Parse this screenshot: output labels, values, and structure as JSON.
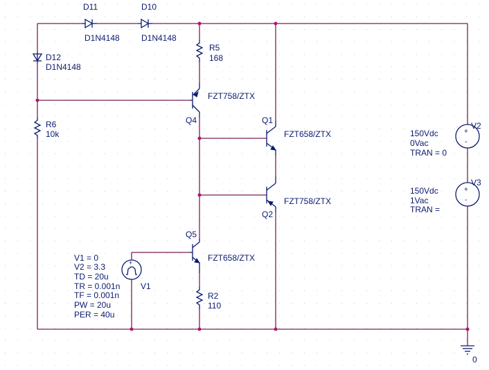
{
  "components": {
    "d11": {
      "ref": "D11",
      "model": "D1N4148"
    },
    "d10": {
      "ref": "D10",
      "model": "D1N4148"
    },
    "d12": {
      "ref": "D12",
      "model": "D1N4148"
    },
    "r5": {
      "ref": "R5",
      "value": "168"
    },
    "r6": {
      "ref": "R6",
      "value": "10k"
    },
    "r2": {
      "ref": "R2",
      "value": "110"
    },
    "q4": {
      "ref": "Q4",
      "model": "FZT758/ZTX"
    },
    "q1": {
      "ref": "Q1",
      "model": "FZT658/ZTX"
    },
    "q2": {
      "ref": "Q2",
      "model": "FZT758/ZTX"
    },
    "q5": {
      "ref": "Q5",
      "model": "FZT658/ZTX"
    },
    "v2": {
      "ref": "V2",
      "params": [
        "150Vdc",
        "0Vac",
        "TRAN = 0"
      ]
    },
    "v3": {
      "ref": "V3",
      "params": [
        "150Vdc",
        "1Vac",
        "TRAN ="
      ]
    },
    "v1": {
      "ref": "V1",
      "params": [
        "V1 = 0",
        "V2 = 3.3",
        "TD = 20u",
        "TR = 0.001n",
        "TF = 0.001n",
        "PW = 20u",
        "PER = 40u"
      ]
    },
    "gnd": {
      "label": "0"
    }
  },
  "colors": {
    "wire": "#7a1f55",
    "part": "#0a1a6e",
    "node": "#b0156b",
    "grid": "#c8c8c8"
  }
}
